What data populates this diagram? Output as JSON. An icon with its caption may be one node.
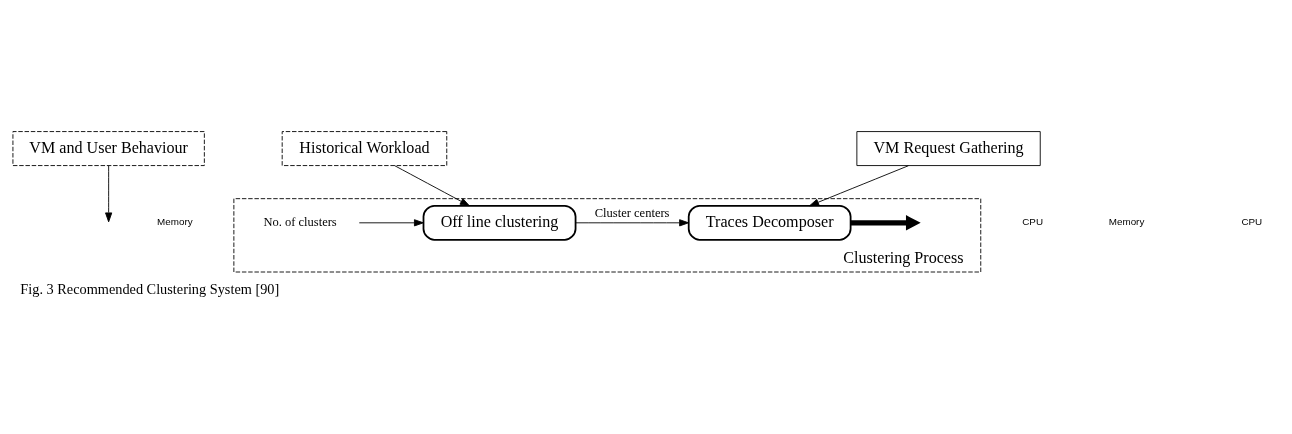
{
  "diagram": {
    "caption": "Fig. 3 Recommended Clustering System [90]",
    "nodes": [
      {
        "text": [
          "VM and User Behaviour"
        ]
      },
      {
        "text": [
          "Historical Workload"
        ]
      },
      {
        "text": [
          "VM Request Gathering"
        ]
      },
      {
        "text": [
          "Clustering Process"
        ]
      },
      {
        "text": [
          "No. of clusters"
        ],
        "in": 3
      },
      {
        "text": [
          "Off line clustering"
        ],
        "in": 3
      },
      {
        "text": [
          "Traces Decomposer"
        ],
        "in": 3
      }
    ],
    "edges": [
      {
        "from": 0,
        "to": null,
        "arrow": "to"
      },
      {
        "from": 4,
        "to": 5,
        "arrow": "to"
      },
      {
        "from": 1,
        "to": 5,
        "arrow": "to"
      },
      {
        "from": 5,
        "to": 6,
        "arrow": "to",
        "label": "Cluster centers"
      },
      {
        "from": 2,
        "to": 6,
        "arrow": "to"
      },
      {
        "from": 6,
        "to": null,
        "arrow": "to",
        "style": "thick"
      }
    ],
    "labels": [
      "Memory",
      "CPU",
      "Memory",
      "CPU"
    ]
  }
}
